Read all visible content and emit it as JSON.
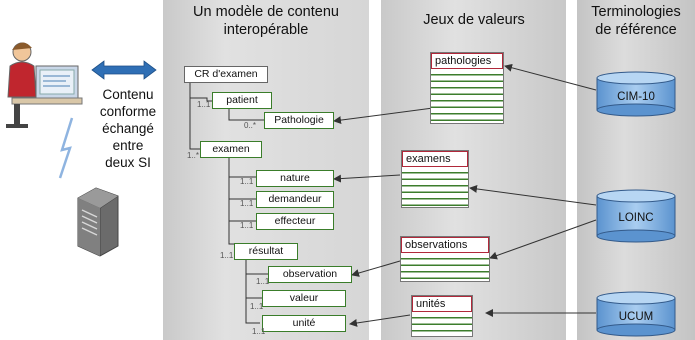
{
  "titles": {
    "model": [
      "Un modèle de contenu",
      "interopérable"
    ],
    "value_sets": "Jeux de valeurs",
    "terminologies": [
      "Terminologies",
      "de référence"
    ]
  },
  "left_caption": [
    "Contenu",
    "conforme",
    "échangé",
    "entre",
    "deux SI"
  ],
  "model_nodes": {
    "root": "CR d'examen",
    "patient": "patient",
    "pathologie": "Pathologie",
    "examen": "examen",
    "nature": "nature",
    "demandeur": "demandeur",
    "effecteur": "effecteur",
    "resultat": "résultat",
    "observation": "observation",
    "valeur": "valeur",
    "unite": "unité"
  },
  "cardinalities": {
    "patient": "1..1",
    "pathologie": "0..*",
    "examen": "1..*",
    "nature": "1..1",
    "demandeur": "1..1",
    "effecteur": "1..1",
    "resultat": "1..1",
    "observation": "1..1",
    "valeur": "1..1",
    "unite": "1..1"
  },
  "value_sets": {
    "pathologies": "pathologies",
    "examens": "examens",
    "observations": "observations",
    "unites": "unités"
  },
  "terminologies": {
    "cim10": "CIM-10",
    "loinc": "LOINC",
    "ucum": "UCUM"
  },
  "colors": {
    "model_border": "#3a7d2a",
    "value_set_header": "#b0283a",
    "arrow_blue": "#2f6fb5",
    "cylinder": "#7fb0e0"
  }
}
